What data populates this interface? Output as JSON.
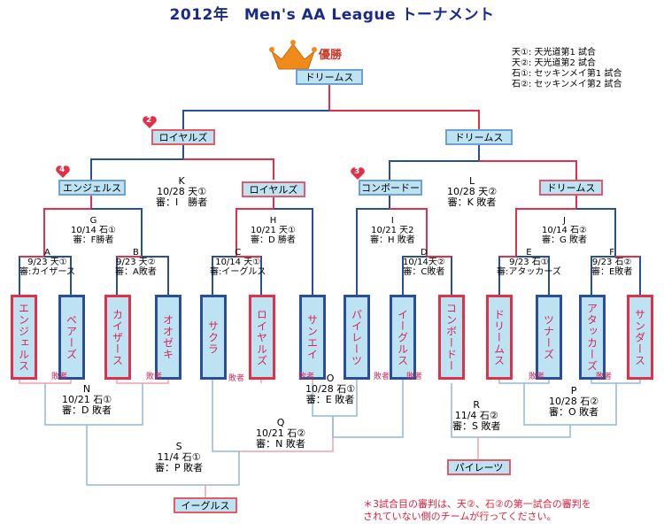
{
  "title": "2012年　Men's AA League トーナメント",
  "champion_label": "優勝",
  "legend": [
    "天①:  天光道第1 試合",
    "天②:  天光道第2 試合",
    "石①:  セッキンメイ第1 試合",
    "石②:  セッキンメイ第2 試合"
  ],
  "note": [
    "＊3試合目の審判は、天②、石②の第一試合の審判を",
    "されていない側のチームが行ってください。"
  ],
  "teams": [
    "エンジェルス",
    "ベアーズ",
    "カイザース",
    "オオゼキ",
    "サクラ",
    "ロイヤルズ",
    "サンエイ",
    "パイレーツ",
    "イーグルス",
    "コンボードー",
    "ドリームス",
    "ツナーズ",
    "アタッカーズ",
    "サンダース"
  ],
  "winners": {
    "champion": "ドリームス",
    "semi_left": "ロイヤルズ",
    "semi_right": "ドリームス",
    "q1": "エンジェルス",
    "q2": "ロイヤルズ",
    "q3": "コンボードー",
    "q4": "ドリームス",
    "consolation_q": "パイレーツ",
    "consolation_s": "イーグルス"
  },
  "seeds": {
    "q2": "2",
    "q1": "4",
    "q3": "3"
  },
  "matches": {
    "A": [
      "A",
      "9/23 天①",
      "審:カイザース"
    ],
    "B": [
      "B",
      "9/23 天②",
      "審：A敗者"
    ],
    "C": [
      "C",
      "10/14 天①",
      "審:イーグルス"
    ],
    "D": [
      "D",
      "10/14天②",
      "審：C敗者"
    ],
    "E": [
      "E",
      "9/23 石①",
      "審:アタッカーズ"
    ],
    "F": [
      "F",
      "9/23 石②",
      "審：E敗者"
    ],
    "G": [
      "G",
      "10/14 石①",
      "審：F勝者"
    ],
    "H": [
      "H",
      "10/21 天①",
      "審：D 勝者"
    ],
    "I": [
      "I",
      "10/21 天2",
      "審：H 敗者"
    ],
    "J": [
      "J",
      "10/14 石②",
      "審：G 敗者"
    ],
    "K": [
      "K",
      "10/28 天①",
      "審：I　勝者"
    ],
    "L": [
      "L",
      "10/28 天②",
      "審：K 敗者"
    ],
    "N": [
      "N",
      "10/21 石①",
      "審：D 敗者"
    ],
    "O": [
      "O",
      "10/28 石①",
      "審：E 敗者"
    ],
    "P": [
      "P",
      "10/28 石②",
      "審：O 敗者"
    ],
    "Q": [
      "Q",
      "10/21 石②",
      "審：N 敗者"
    ],
    "R": [
      "R",
      "11/4 石②",
      "審：S 敗者"
    ],
    "S": [
      "S",
      "11/4 石①",
      "審：P 敗者"
    ]
  },
  "loser_label": "敗者",
  "colors": {
    "red": "#e13048",
    "blue": "#2a4f9a",
    "light_red": "#f0a0a8",
    "light_blue": "#90b8d8",
    "box_fill": "#bde3f2",
    "title": "#1a2a88"
  }
}
